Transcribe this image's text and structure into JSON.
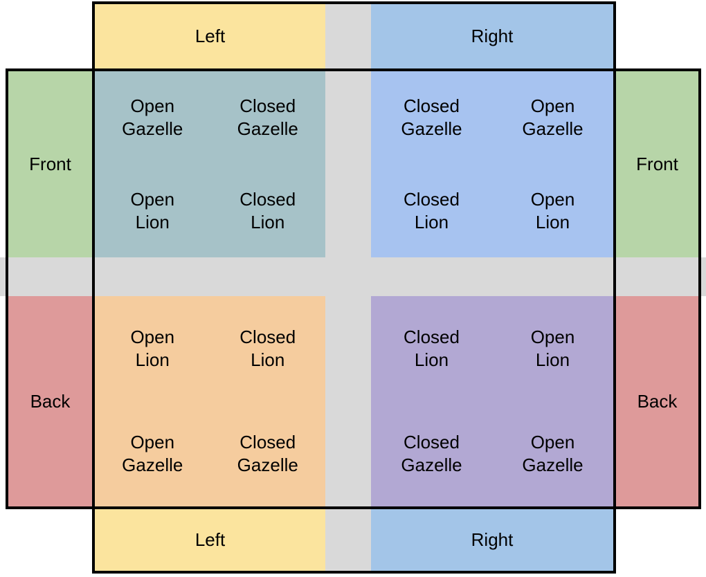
{
  "palette": {
    "background": "#FFFFFF",
    "border": "#000000",
    "gray_band": "#D9D9D9",
    "header_yellow": "#FBE49E",
    "header_blue": "#A3C5E8",
    "quadrant_front_left_teal": "#A6C2C8",
    "quadrant_front_right_blue": "#A7C3F0",
    "quadrant_back_left_orange": "#F5CC9E",
    "quadrant_back_right_purple": "#B2A8D3",
    "side_front_green": "#B7D5A8",
    "side_back_red": "#DE9A9A"
  },
  "top_header": {
    "left": "Left",
    "right": "Right"
  },
  "bottom_header": {
    "left": "Left",
    "right": "Right"
  },
  "left_side": {
    "top": "Front",
    "bottom": "Back"
  },
  "right_side": {
    "top": "Front",
    "bottom": "Back"
  },
  "quadrants": {
    "front_left": {
      "cells": [
        "Open\nGazelle",
        "Closed\nGazelle",
        "Open\nLion",
        "Closed\nLion"
      ]
    },
    "front_right": {
      "cells": [
        "Closed\nGazelle",
        "Open\nGazelle",
        "Closed\nLion",
        "Open\nLion"
      ]
    },
    "back_left": {
      "cells": [
        "Open\nLion",
        "Closed\nLion",
        "Open\nGazelle",
        "Closed\nGazelle"
      ]
    },
    "back_right": {
      "cells": [
        "Closed\nLion",
        "Open\nLion",
        "Closed\nGazelle",
        "Open\nGazelle"
      ]
    }
  }
}
